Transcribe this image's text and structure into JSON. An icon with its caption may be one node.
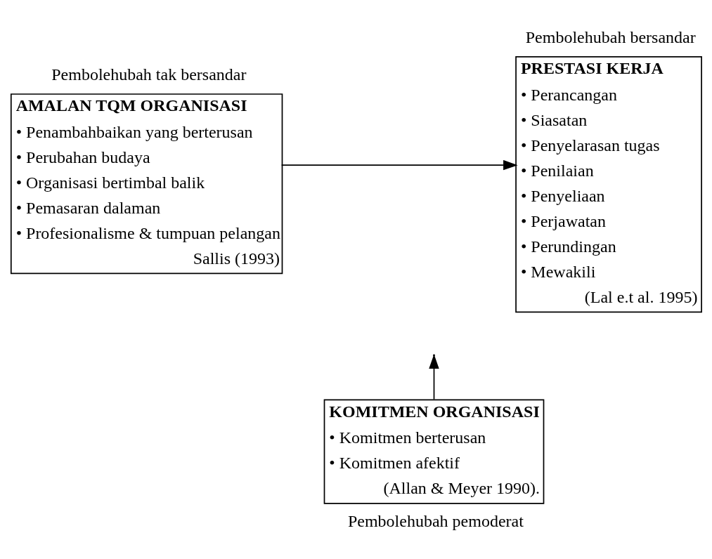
{
  "diagram": {
    "nodes": [
      {
        "text": [
          "AMALAN TQM ORGANISASI",
          "• Penambahbaikan yang berterusan",
          "• Perubahan budaya",
          "• Organisasi bertimbal balik",
          "• Pemasaran dalaman",
          "• Profesionalisme & tumpuan pelangan",
          "Sallis (1993)"
        ],
        "beside": [
          "Pembolehubah tak bersandar"
        ]
      },
      {
        "text": [
          "PRESTASI KERJA",
          "• Perancangan",
          "• Siasatan",
          "• Penyelarasan tugas",
          "• Penilaian",
          "• Penyeliaan",
          "• Perjawatan",
          "• Perundingan",
          "• Mewakili",
          "(Lal e.t al. 1995)"
        ],
        "beside": [
          "Pembolehubah bersandar"
        ]
      },
      {
        "text": [
          "KOMITMEN ORGANISASI",
          "• Komitmen berterusan",
          "• Komitmen afektif",
          "(Allan & Meyer 1990)."
        ],
        "beside": [
          "Pembolehubah pemoderat"
        ]
      }
    ],
    "edges": [
      {
        "from": 0,
        "to": 1,
        "arrow": "to"
      },
      {
        "from": 2,
        "to": null,
        "arrow": "to"
      }
    ]
  }
}
